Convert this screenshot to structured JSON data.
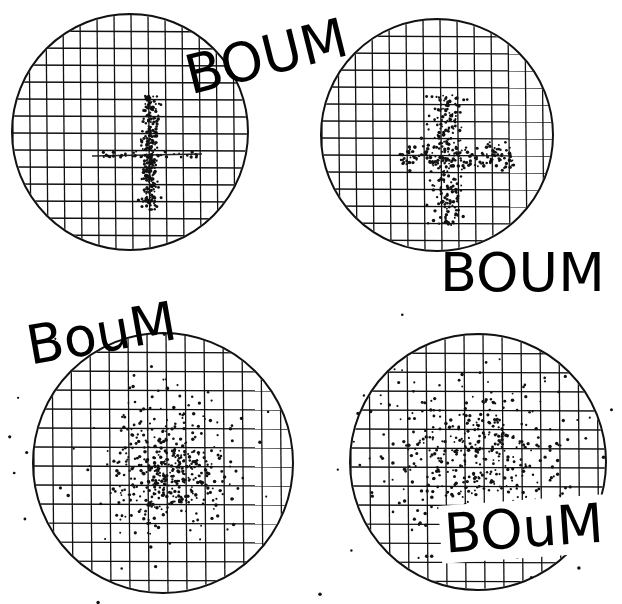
{
  "diagram": {
    "labels": [
      "BOUM",
      "BOUM",
      "BouM",
      "BOuM"
    ]
  }
}
